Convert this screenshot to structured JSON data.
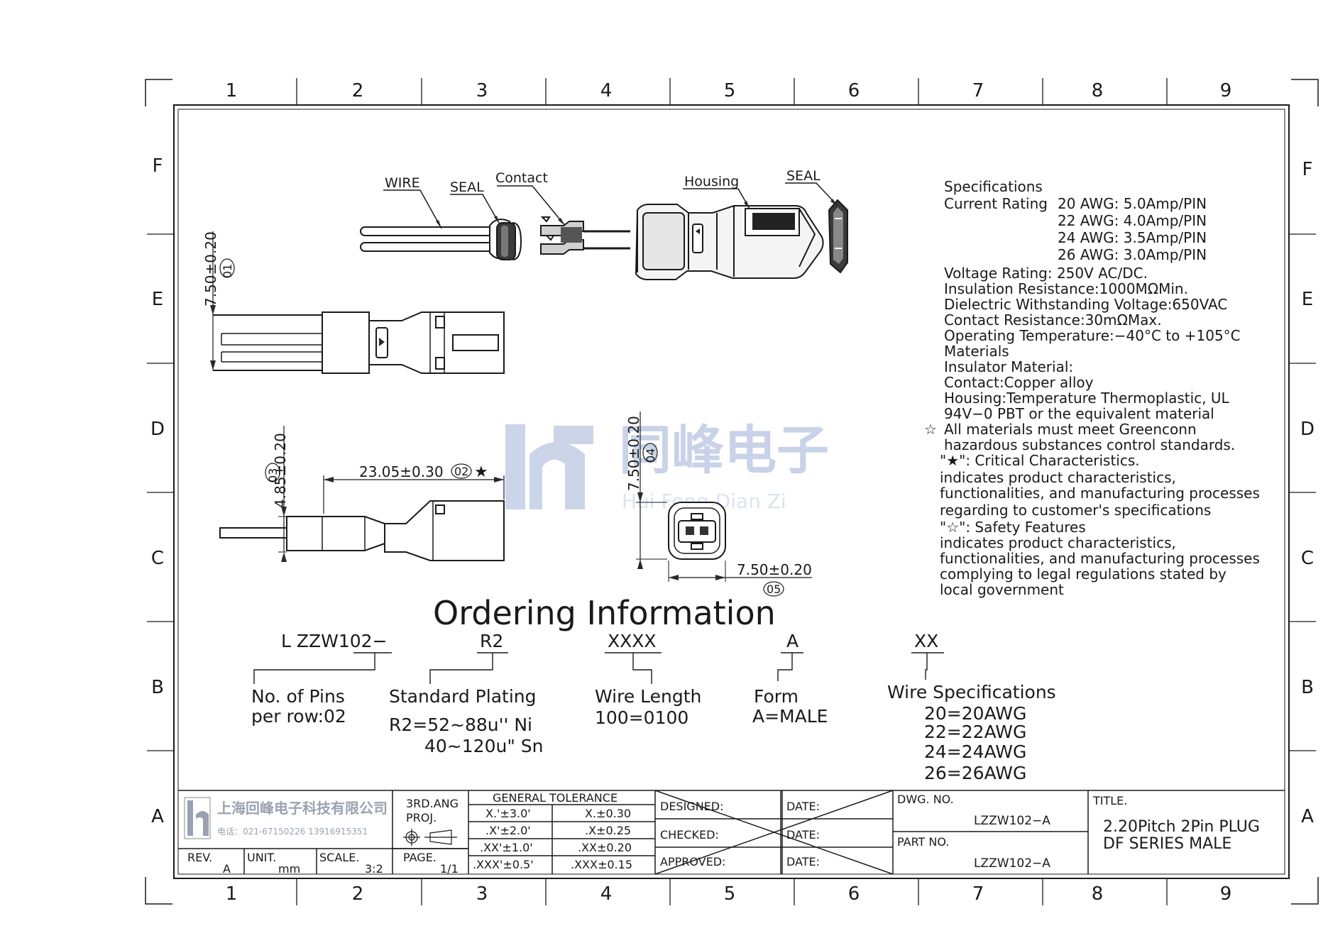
{
  "drawing": {
    "zone_columns": [
      "1",
      "2",
      "3",
      "4",
      "5",
      "6",
      "7",
      "8",
      "9"
    ],
    "zone_rows": [
      "F",
      "E",
      "D",
      "C",
      "B",
      "A"
    ],
    "callouts": {
      "wire": "WIRE",
      "seal_left": "SEAL",
      "contact": "Contact",
      "housing": "Housing",
      "seal_right": "SEAL"
    },
    "dimensions": {
      "d1": "7.50±0.20",
      "d1_tag": "01",
      "d2": "23.05±0.30",
      "d2_tag": "02",
      "d3": "4.85±0.20",
      "d3_tag": "03",
      "d4": "7.50±0.20",
      "d4_tag": "04",
      "d5": "7.50±0.20",
      "d5_tag": "05"
    },
    "watermark": {
      "cn": "同峰电子",
      "en": "Hui Feng Dian Zi"
    }
  },
  "specifications": {
    "heading": "Specifications",
    "current_label": "Current  Rating",
    "current_ratings": [
      "20  AWG:  5.0Amp/PIN",
      "22  AWG:  4.0Amp/PIN",
      "24  AWG:  3.5Amp/PIN",
      "26  AWG:  3.0Amp/PIN"
    ],
    "voltage": "Voltage  Rating:  250V  AC/DC.",
    "insulation": "Insulation  Resistance:1000MΩMin.",
    "dielectric": "Dielectric  Withstanding  Voltage:650VAC",
    "contact_res": "Contact  Resistance:30mΩMax.",
    "temperature": "Operating  Temperature:−40°C  to  +105°C",
    "materials": "Materials",
    "insulator": "Insulator  Material:",
    "contact_mat": "Contact:Copper  alloy",
    "housing_mat_1": "Housing:Temperature  Thermoplastic,  UL",
    "housing_mat_2": "94V−0  PBT  or  the  equivalent  material",
    "note1_1": "All  materials  must  meet  Greenconn",
    "note1_2": "hazardous  substances  control  standards.",
    "critical_head": "\"★\":  Critical  Characteristics.",
    "critical_1": "indicates  product  characteristics,",
    "critical_2": "functionalities,  and  manufacturing  processes",
    "critical_3": "regarding  to  customer's  specifications",
    "safety_head": "\"☆\":  Safety  Features",
    "safety_1": "indicates  product  characteristics,",
    "safety_2": "functionalities,  and  manufacturing  processes",
    "safety_3": "complying  to  legal  regulations  stated  by",
    "safety_4": "local  government"
  },
  "ordering": {
    "title": "Ordering  Information",
    "code_prefix": "L  ZZW102−",
    "code_plating": "R2",
    "code_length": "XXXX",
    "code_form": "A",
    "code_wire": "XX",
    "pins_1": "No.  of  Pins",
    "pins_2": "per  row:02",
    "plating_head": "Standard  Plating",
    "plating_1": "R2=52~88u''  Ni",
    "plating_2": "40~120u\"  Sn",
    "length_head": "Wire  Length",
    "length_1": "100=0100",
    "form_head": "Form",
    "form_1": "A=MALE",
    "wire_head": "Wire  Specifications",
    "wire_options": [
      "20=20AWG",
      "22=22AWG",
      "24=24AWG",
      "26=26AWG"
    ]
  },
  "title_block": {
    "company": "上海回峰电子科技有限公司",
    "phone": "电话：021-67150226  13916915351",
    "rev_label": "REV.",
    "rev_value": "A",
    "unit_label": "UNIT.",
    "unit_value": "mm",
    "scale_label": "SCALE.",
    "scale_value": "3:2",
    "proj_1": "3RD.ANG",
    "proj_2": "PROJ.",
    "page_label": "PAGE.",
    "page_value": "1/1",
    "tolerance_head": "GENERAL  TOLERANCE",
    "tolerance_rows": [
      [
        "X.'±3.0'",
        "X.±0.30"
      ],
      [
        ".X'±2.0'",
        ".X±0.25"
      ],
      [
        ".XX'±1.0'",
        ".XX±0.20"
      ],
      [
        ".XXX'±0.5'",
        ".XXX±0.15"
      ]
    ],
    "designed": "DESIGNED:",
    "checked": "CHECKED:",
    "approved": "APPROVED:",
    "date": "DATE:",
    "dwg_label": "DWG.  NO.",
    "dwg_value": "LZZW102−A",
    "part_label": "PART  NO.",
    "part_value": "LZZW102−A",
    "title_label": "TITLE.",
    "title_1": "2.20Pitch  2Pin  PLUG",
    "title_2": "DF  SERIES  MALE"
  }
}
